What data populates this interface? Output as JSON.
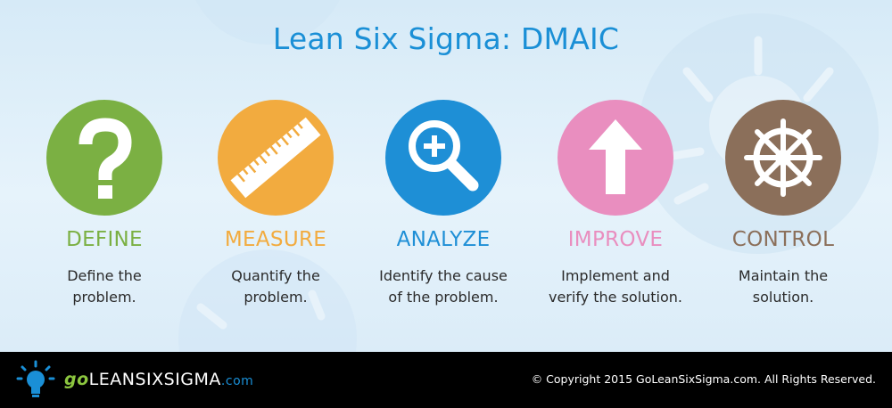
{
  "title": "Lean Six Sigma: DMAIC",
  "colors": {
    "title": "#1a8fd6",
    "define": "#7bb043",
    "measure": "#f2ab3f",
    "analyze": "#1e8fd6",
    "improve": "#e98ebf",
    "control": "#8b6f5a",
    "footer": "#000000"
  },
  "steps": [
    {
      "name": "DEFINE",
      "desc1": "Define the",
      "desc2": "problem.",
      "icon": "question-mark-icon"
    },
    {
      "name": "MEASURE",
      "desc1": "Quantify the",
      "desc2": "problem.",
      "icon": "ruler-icon"
    },
    {
      "name": "ANALYZE",
      "desc1": "Identify the cause",
      "desc2": "of the problem.",
      "icon": "magnifier-plus-icon"
    },
    {
      "name": "IMPROVE",
      "desc1": "Implement and",
      "desc2": "verify the solution.",
      "icon": "arrow-up-icon"
    },
    {
      "name": "CONTROL",
      "desc1": "Maintain the",
      "desc2": "solution.",
      "icon": "ship-wheel-icon"
    }
  ],
  "footer": {
    "logo_go": "go",
    "logo_main": "LEANSIXSIGMA",
    "logo_com": ".com",
    "copyright": "© Copyright 2015 GoLeanSixSigma.com. All Rights Reserved."
  }
}
